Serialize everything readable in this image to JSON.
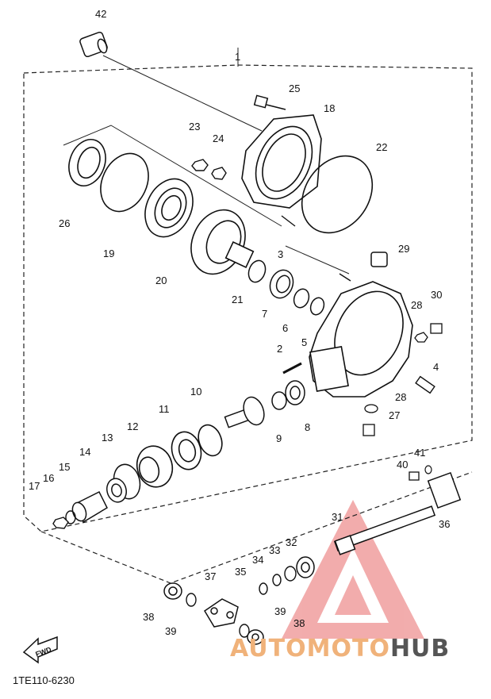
{
  "diagram": {
    "group_label": "1",
    "drawing_code": "1TE110-6230",
    "direction_badge": "FWD",
    "watermark": {
      "part_a": "AUTOMOTO",
      "part_b": "HUB",
      "color_a": "#f0a868",
      "color_b": "#555555",
      "logo_color": "#e86a6a"
    }
  },
  "callouts": [
    {
      "id": "42"
    },
    {
      "id": "25"
    },
    {
      "id": "18"
    },
    {
      "id": "23"
    },
    {
      "id": "24"
    },
    {
      "id": "22"
    },
    {
      "id": "26"
    },
    {
      "id": "19"
    },
    {
      "id": "20"
    },
    {
      "id": "3"
    },
    {
      "id": "29"
    },
    {
      "id": "21"
    },
    {
      "id": "7"
    },
    {
      "id": "6"
    },
    {
      "id": "5"
    },
    {
      "id": "28"
    },
    {
      "id": "30"
    },
    {
      "id": "2"
    },
    {
      "id": "4"
    },
    {
      "id": "10"
    },
    {
      "id": "11"
    },
    {
      "id": "9"
    },
    {
      "id": "8"
    },
    {
      "id": "28b",
      "label": "28"
    },
    {
      "id": "27"
    },
    {
      "id": "12"
    },
    {
      "id": "13"
    },
    {
      "id": "14"
    },
    {
      "id": "15"
    },
    {
      "id": "16"
    },
    {
      "id": "17"
    },
    {
      "id": "41"
    },
    {
      "id": "40"
    },
    {
      "id": "36"
    },
    {
      "id": "31"
    },
    {
      "id": "32"
    },
    {
      "id": "33"
    },
    {
      "id": "34"
    },
    {
      "id": "35"
    },
    {
      "id": "37"
    },
    {
      "id": "38"
    },
    {
      "id": "39"
    },
    {
      "id": "39b",
      "label": "39"
    },
    {
      "id": "38b",
      "label": "38"
    }
  ]
}
